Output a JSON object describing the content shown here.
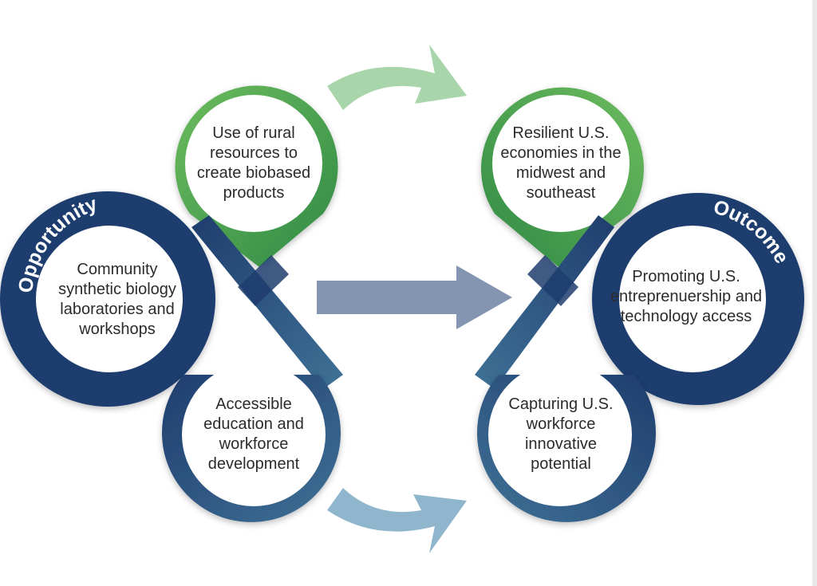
{
  "labels": {
    "opportunity": "Opportunity",
    "outcome": "Outcome"
  },
  "opportunity_items": {
    "top": "Use of rural\nresources to\ncreate biobased\nproducts",
    "left": "Community\nsynthetic biology\nlaboratories and\nworkshops",
    "bottom": "Accessible\neducation and\nworkforce\ndevelopment"
  },
  "outcome_items": {
    "top": "Resilient U.S.\neconomies in the\nmidwest and\nsoutheast",
    "right": "Promoting U.S.\nentreprenuership and\ntechnology access",
    "bottom": "Capturing U.S.\nworkforce\ninnovative\npotential"
  },
  "colors": {
    "green": "#4da24f",
    "green_light": "#6dbb5e",
    "navy": "#1f3d6e",
    "steel_blue": "#3f7196",
    "arrow_top": "#a8d5a9",
    "arrow_middle": "#8395b0",
    "arrow_bottom": "#8fb6cd"
  },
  "icons": [
    "arrow-top-curved",
    "arrow-middle",
    "arrow-bottom-curved"
  ]
}
